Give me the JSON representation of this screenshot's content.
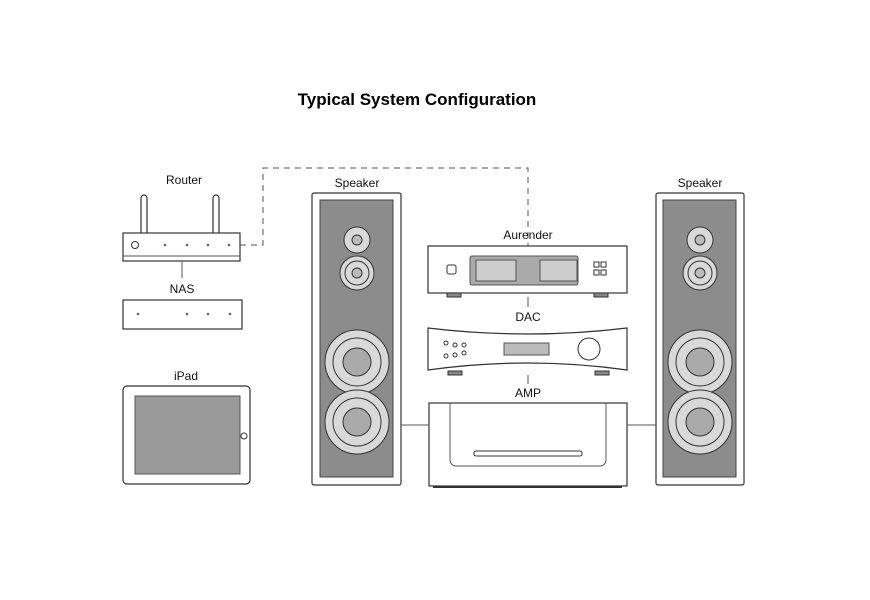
{
  "title": "Typical System Configuration",
  "labels": {
    "router": "Router",
    "nas": "NAS",
    "ipad": "iPad",
    "speaker_left": "Speaker",
    "speaker_right": "Speaker",
    "aurender": "Aurender",
    "dac": "DAC",
    "amp": "AMP"
  },
  "colors": {
    "speaker_panel": "#8c8c8c",
    "driver": "#d9d9d9",
    "screen": "#9a9a9a"
  }
}
